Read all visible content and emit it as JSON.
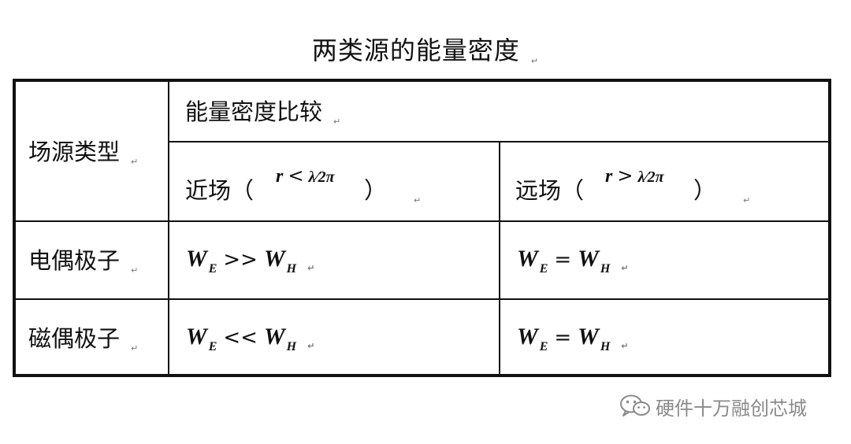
{
  "title": "两类源的能量密度",
  "return_mark": "↵",
  "table": {
    "header": {
      "source_type": "场源类型",
      "energy_compare": "能量密度比较",
      "near_field": {
        "label": "近场（",
        "var": "r",
        "cmp": "<",
        "frac": "λ⁄2π",
        "close": "）"
      },
      "far_field": {
        "label": "远场（",
        "var": "r",
        "cmp": ">",
        "frac": "λ⁄2π",
        "close": "）"
      }
    },
    "rows": [
      {
        "source": "电偶极子",
        "near": {
          "left": "W",
          "left_sub": "E",
          "op": ">>",
          "right": "W",
          "right_sub": "H"
        },
        "far": {
          "left": "W",
          "left_sub": "E",
          "op": "=",
          "right": "W",
          "right_sub": "H"
        }
      },
      {
        "source": "磁偶极子",
        "near": {
          "left": "W",
          "left_sub": "E",
          "op": "<<",
          "right": "W",
          "right_sub": "H"
        },
        "far": {
          "left": "W",
          "left_sub": "E",
          "op": "=",
          "right": "W",
          "right_sub": "H"
        }
      }
    ]
  },
  "watermark": {
    "icon": "wechat-icon",
    "text": "硬件十万融创芯城"
  }
}
